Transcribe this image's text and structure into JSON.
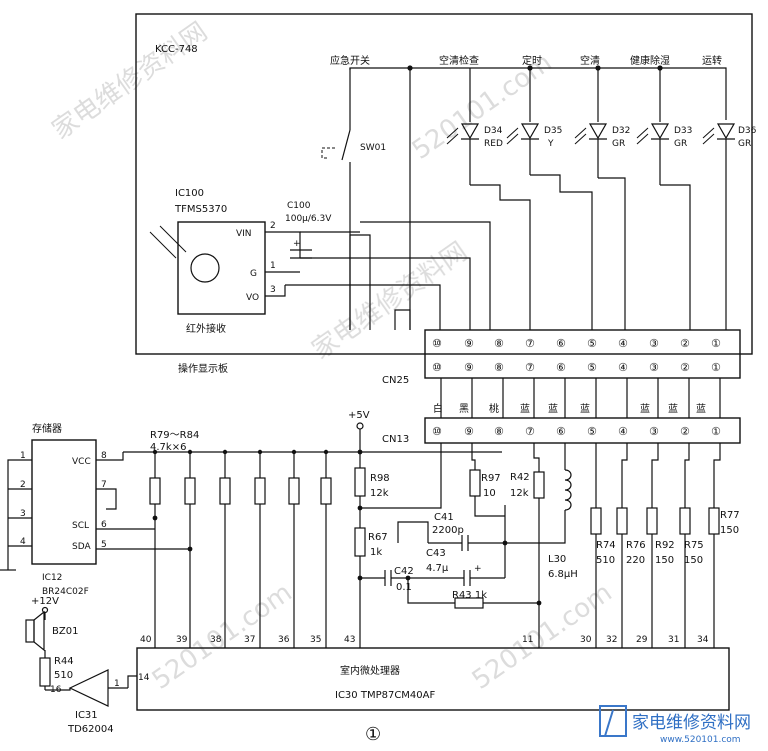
{
  "board_label": "KCC-748",
  "panel_label": "操作显示板",
  "top_labels": [
    "应急开关",
    "空清检查",
    "定时",
    "空清",
    "健康除湿",
    "运转"
  ],
  "switch": {
    "ref": "SW01"
  },
  "leds": [
    {
      "ref": "D34",
      "color": "RED"
    },
    {
      "ref": "D35",
      "color": "Y"
    },
    {
      "ref": "D32",
      "color": "GR"
    },
    {
      "ref": "D33",
      "color": "GR"
    },
    {
      "ref": "D36",
      "color": "GR"
    }
  ],
  "ir": {
    "ref": "IC100",
    "part": "TFMS5370",
    "caption": "红外接收",
    "pins": [
      "VIN",
      "G",
      "VO"
    ],
    "pin_nums": [
      "2",
      "1",
      "3"
    ]
  },
  "c100": {
    "ref": "C100",
    "value": "100μ/6.3V"
  },
  "connector_nums": [
    "⑩",
    "⑨",
    "⑧",
    "⑦",
    "⑥",
    "⑤",
    "④",
    "③",
    "②",
    "①"
  ],
  "cn25": "CN25",
  "cn13": "CN13",
  "wire_colors": [
    "白",
    "黑",
    "桃",
    "蓝",
    "蓝",
    "蓝",
    "",
    "蓝",
    "蓝",
    "蓝"
  ],
  "supply": "+5V",
  "memory": {
    "title": "存储器",
    "ref": "IC12",
    "part": "BR24C02F",
    "pins_left": [
      "1",
      "2",
      "3",
      "4"
    ],
    "pins_right": [
      "8",
      "7",
      "6",
      "5"
    ],
    "pin_names": [
      "VCC",
      "SCL",
      "SDA"
    ]
  },
  "resistor_array": {
    "ref": "R79～R84",
    "value": "4.7k×6"
  },
  "parts": {
    "r98": "R98",
    "r98v": "12k",
    "r97": "R97",
    "r97v": "10",
    "r42": "R42",
    "r42v": "12k",
    "r67": "R67",
    "r67v": "1k",
    "c41": "C41",
    "c41v": "2200p",
    "c43": "C43",
    "c43v": "4.7μ",
    "c42": "C42",
    "c42v": "0.1",
    "r43": "R43 1k",
    "l30": "L30",
    "l30v": "6.8μH",
    "r74": "R74",
    "r74v": "510",
    "r76": "R76",
    "r76v": "220",
    "r92": "R92",
    "r92v": "150",
    "r75": "R75",
    "r75v": "150",
    "r77": "R77",
    "r77v": "150"
  },
  "buzzer": {
    "ref": "BZ01",
    "supply": "+12V",
    "r44": "R44",
    "r44v": "510",
    "ic": "IC31",
    "part": "TD62004",
    "pin_in": "1",
    "pin_out": "16",
    "pin_mcu": "14"
  },
  "mcu": {
    "title": "室内微处理器",
    "part": "IC30 TMP87CM40AF",
    "pins": [
      "40",
      "39",
      "38",
      "37",
      "36",
      "35",
      "43",
      "11",
      "30",
      "32",
      "29",
      "31",
      "34"
    ]
  },
  "figure_number": "①",
  "site_logo": "家电维修资料网",
  "site_url": "www.520101.com"
}
